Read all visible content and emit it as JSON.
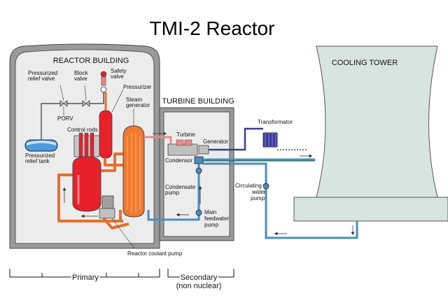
{
  "title": "TMI-2 Reactor",
  "labels": {
    "reactor_building": "REACTOR BUILDING",
    "turbine_building": "TURBINE BUILDING",
    "cooling_tower": "COOLING TOWER",
    "pressurized_relief_valve": [
      "Pressurized",
      "relief valve"
    ],
    "block_valve": [
      "Block",
      "valve"
    ],
    "safety_valve": [
      "Safety",
      "valve"
    ],
    "pressurizer": "Pressurizer",
    "steam_generator": [
      "Steam",
      "generator"
    ],
    "porv": "PORV",
    "control_rods": "Control rods",
    "pressurized_relief_tank": [
      "Pressurized",
      "relief tank"
    ],
    "turbine": "Turbine",
    "generator": "Generator",
    "transformator": "Transformator",
    "condensor": "Condensor",
    "condensate_pump": [
      "Condensate",
      "pump"
    ],
    "main_feedwater_pump": [
      "Main",
      "feedwater",
      "pump"
    ],
    "circulating_water_pump": [
      "Circulating",
      "water",
      "pump"
    ],
    "reactor_coolant_pump": "Reactor coolant pump",
    "primary": "Primary",
    "secondary": [
      "Secondary",
      "(non nuclear)"
    ]
  },
  "colors": {
    "primary_loop": "#e8702a",
    "reactor_vessel": "#e8202a",
    "steam_generator": "#f07a30",
    "secondary_steam": "#e88a8a",
    "cooling_water": "#4a8cc0",
    "building_fill": "#e6e6e6",
    "tower_fill": "#d8e4e0",
    "turbine_fill": "#c0c0c0",
    "transformator": "#3a3a9a"
  }
}
